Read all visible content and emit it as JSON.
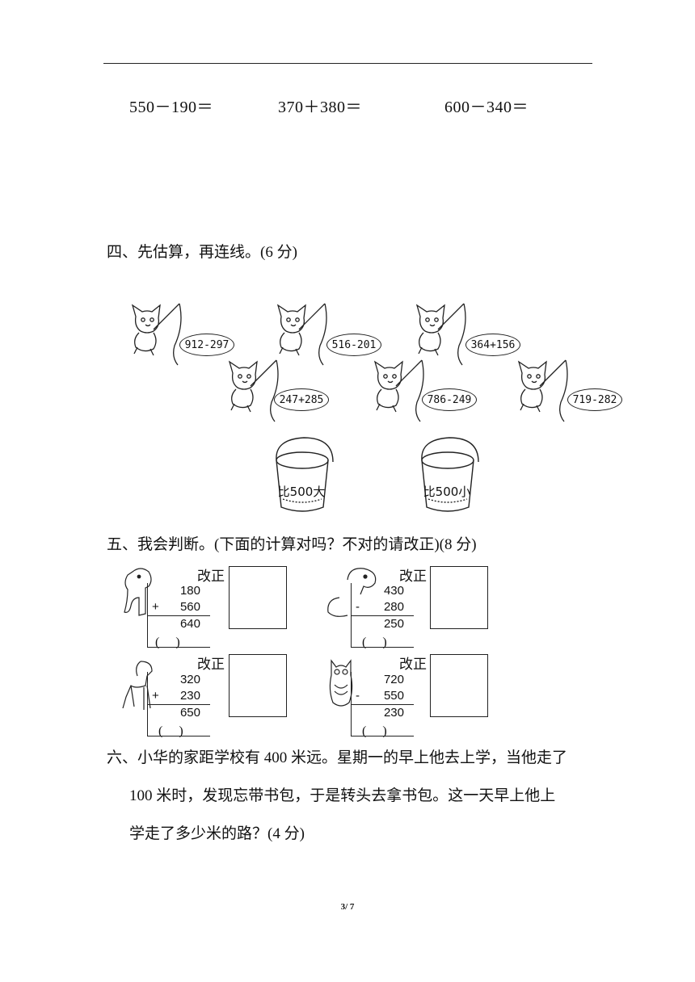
{
  "equations": [
    "550－190＝",
    "370＋380＝",
    "600－340＝"
  ],
  "section4": {
    "title": "四、先估算，再连线。(6 分)",
    "fish_expressions": [
      "912-297",
      "516-201",
      "364+156",
      "247+285",
      "786-249",
      "719-282"
    ],
    "buckets": [
      "比500大",
      "比500小"
    ]
  },
  "section5": {
    "title": "五、我会判断。(下面的计算对吗？不对的请改正)(8 分)",
    "correction_label": "改正",
    "paren": "(　 )",
    "problems": [
      {
        "top": "180",
        "op": "+",
        "bottom": "560",
        "result": "640"
      },
      {
        "top": "430",
        "op": "-",
        "bottom": "280",
        "result": "250"
      },
      {
        "top": "320",
        "op": "+",
        "bottom": "230",
        "result": "650"
      },
      {
        "top": "720",
        "op": "-",
        "bottom": "550",
        "result": "230"
      }
    ]
  },
  "section6": {
    "line1": "六、小华的家距学校有 400 米远。星期一的早上他去上学，当他走了",
    "line2": "100 米时，发现忘带书包，于是转头去拿书包。这一天早上他上",
    "line3": "学走了多少米的路？(4 分)"
  },
  "page_number": "3/ 7"
}
